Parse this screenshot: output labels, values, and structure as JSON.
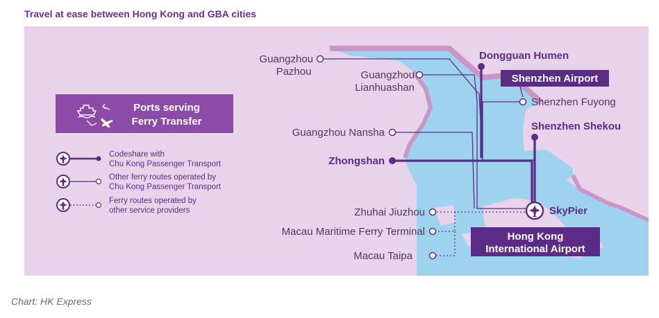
{
  "title": "Travel at ease between Hong Kong and GBA cities",
  "caption": "Chart: HK Express",
  "colors": {
    "land": "#e8d3ea",
    "water": "#9dd3ee",
    "coast": "#c996c6",
    "route": "#5b2c86",
    "box": "#8b4aa6"
  },
  "legend": {
    "box_line1": "Ports serving",
    "box_line2": "Ferry Transfer",
    "items": [
      {
        "line1": "Codeshare with",
        "line2": "Chu Kong Passenger Transport"
      },
      {
        "line1": "Other ferry routes operated by",
        "line2": "Chu Kong Passenger Transport"
      },
      {
        "line1": "Ferry routes operated by",
        "line2": "other service providers"
      }
    ]
  },
  "ports": {
    "guangzhou_pazhou_1": "Guangzhou",
    "guangzhou_pazhou_2": "Pazhou",
    "guangzhou_lianhuashan_1": "Guangzhou",
    "guangzhou_lianhuashan_2": "Lianhuashan",
    "guangzhou_nansha": "Guangzhou Nansha",
    "zhongshan": "Zhongshan",
    "zhuhai_jiuzhou": "Zhuhai Jiuzhou",
    "macau_maritime": "Macau Maritime Ferry Terminal",
    "macau_taipa": "Macau Taipa",
    "dongguan_humen": "Dongguan Humen",
    "shenzhen_airport": "Shenzhen Airport",
    "shenzhen_fuyong": "Shenzhen Fuyong",
    "shenzhen_shekou": "Shenzhen Shekou",
    "skypier": "SkyPier",
    "hkia_1": "Hong Kong",
    "hkia_2": "International Airport"
  }
}
